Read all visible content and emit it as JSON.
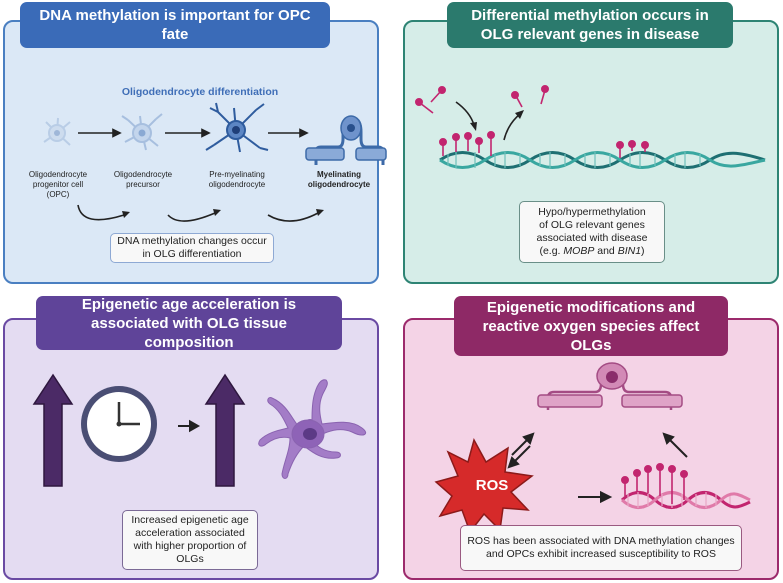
{
  "panels": {
    "top_left": {
      "title": "DNA methylation is important for OPC fate",
      "subtitle": "Oligodendrocyte differentiation",
      "stages": [
        {
          "label": "Oligodendrocyte progenitor cell (OPC)"
        },
        {
          "label": "Oligodendrocyte precursor"
        },
        {
          "label": "Pre-myelinating oligodendrocyte"
        },
        {
          "label": "Myelinating oligodendrocyte"
        }
      ],
      "caption": "DNA methylation changes occur in OLG differentiation",
      "colors": {
        "fill": "#dbe8f6",
        "border": "#4a7fc1",
        "header": "#3a6bb8"
      }
    },
    "top_right": {
      "title": "Differential methylation occurs in OLG relevant genes in disease",
      "caption_lines": [
        "Hypo/hypermethylation",
        "of OLG relevant genes",
        "associated with disease"
      ],
      "caption_example_prefix": "(e.g. ",
      "gene1": "MOBP",
      "caption_and": " and ",
      "gene2": "BIN1",
      "caption_suffix": ")",
      "colors": {
        "fill": "#d6ede8",
        "border": "#2e8474",
        "header": "#2b7a6d",
        "dna": "#2a8a86",
        "methyl": "#c2256f"
      }
    },
    "bottom_left": {
      "title": "Epigenetic age acceleration is associated with OLG tissue composition",
      "caption": "Increased epigenetic age acceleration associated with higher proportion of OLGs",
      "colors": {
        "fill": "#e4dcf2",
        "border": "#6a4aa3",
        "header": "#5f4499",
        "arrow": "#4b2a66"
      }
    },
    "bottom_right": {
      "title": "Epigenetic modifications and reactive oxygen species affect OLGs",
      "ros_label": "ROS",
      "caption": "ROS has been associated with DNA methylation changes and OPCs exhibit increased susceptibility to ROS",
      "colors": {
        "fill": "#f4d3e6",
        "border": "#9c2a6c",
        "header": "#8e2966",
        "ros": "#d62a2a"
      }
    }
  }
}
